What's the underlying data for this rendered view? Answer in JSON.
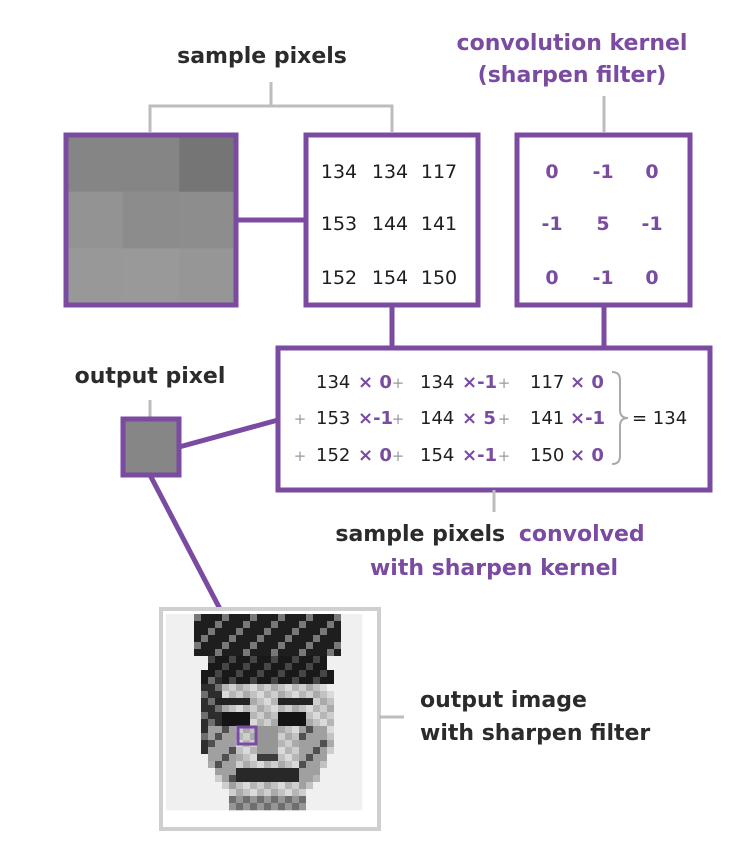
{
  "labels": {
    "sample_pixels": "sample pixels",
    "kernel_line1": "convolution kernel",
    "kernel_line2": "(sharpen filter)",
    "output_pixel": "output pixel",
    "convolved_prefix": "sample pixels",
    "convolved_suffix": "convolved",
    "convolved_line2": "with sharpen kernel",
    "output_image_line1": "output image",
    "output_image_line2": "with sharpen filter"
  },
  "sample_values": [
    [
      "134",
      "134",
      "117"
    ],
    [
      "153",
      "144",
      "141"
    ],
    [
      "152",
      "154",
      "150"
    ]
  ],
  "kernel_values": [
    [
      "0",
      "-1",
      "0"
    ],
    [
      "-1",
      "5",
      "-1"
    ],
    [
      "0",
      "-1",
      "0"
    ]
  ],
  "equation": {
    "rows": [
      [
        {
          "op": "",
          "v": "134",
          "k": "× 0"
        },
        {
          "op": "+",
          "v": "134",
          "k": "×-1"
        },
        {
          "op": "+",
          "v": "117",
          "k": "× 0"
        }
      ],
      [
        {
          "op": "+",
          "v": "153",
          "k": "×-1"
        },
        {
          "op": "+",
          "v": "144",
          "k": "× 5"
        },
        {
          "op": "+",
          "v": "141",
          "k": "×-1"
        }
      ],
      [
        {
          "op": "+",
          "v": "152",
          "k": "× 0"
        },
        {
          "op": "+",
          "v": "154",
          "k": "×-1"
        },
        {
          "op": "+",
          "v": "150",
          "k": "× 0"
        }
      ]
    ],
    "result": "= 134"
  },
  "colors": {
    "accent": "#7a4ba1",
    "connector_gray": "#bdbdbd",
    "text": "#2b2b2b"
  },
  "sample_patch_shades": [
    [
      "#858585",
      "#858585",
      "#757575"
    ],
    [
      "#939393",
      "#8c8c8c",
      "#8d8d8d"
    ],
    [
      "#989898",
      "#999999",
      "#969696"
    ]
  ],
  "output_pixel_shade": "#868686"
}
